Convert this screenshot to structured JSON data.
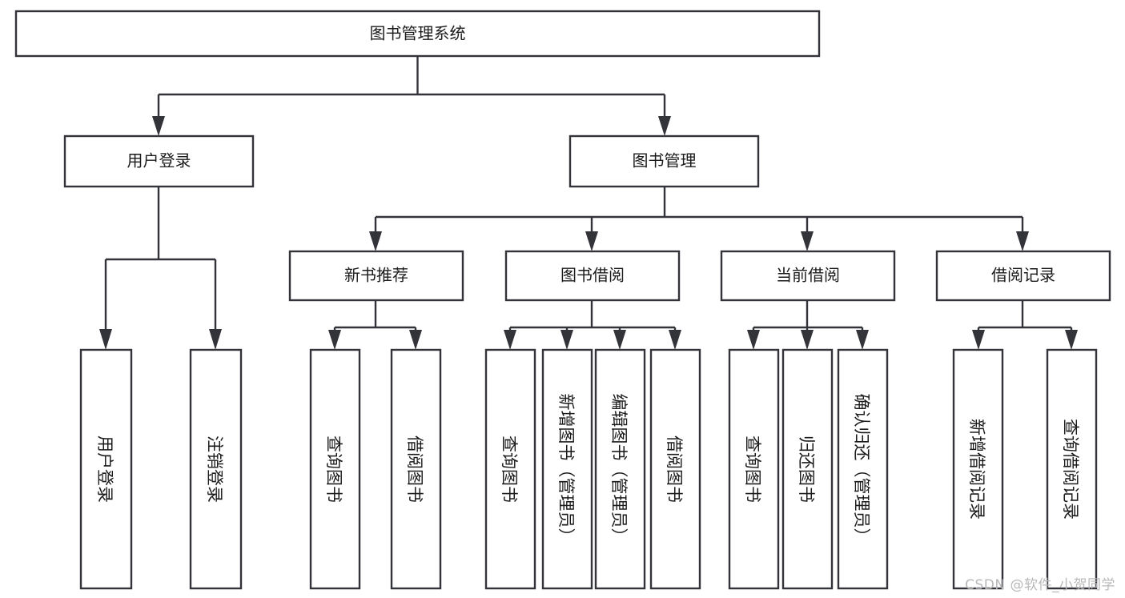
{
  "diagram": {
    "type": "tree-hierarchy",
    "title": "图书管理系统",
    "watermark": "CSDN @软件_小贺同学",
    "colors": {
      "stroke": "#33333a",
      "fill": "#ffffff",
      "text": "#1b1b1b",
      "watermark": "#b8b8b8"
    },
    "nodes": {
      "root": {
        "label": "图书管理系统",
        "level": 0
      },
      "n1": {
        "label": "用户登录",
        "level": 1
      },
      "n2": {
        "label": "图书管理",
        "level": 1
      },
      "n1a": {
        "label": "用户登录",
        "level": 2,
        "orientation": "vertical"
      },
      "n1b": {
        "label": "注销登录",
        "level": 2,
        "orientation": "vertical"
      },
      "n2a": {
        "label": "新书推荐",
        "level": 2
      },
      "n2b": {
        "label": "图书借阅",
        "level": 2
      },
      "n2c": {
        "label": "当前借阅",
        "level": 2
      },
      "n2d": {
        "label": "借阅记录",
        "level": 2
      },
      "n2a1": {
        "label": "查询图书",
        "level": 3,
        "orientation": "vertical"
      },
      "n2a2": {
        "label": "借阅图书",
        "level": 3,
        "orientation": "vertical"
      },
      "n2b1": {
        "label": "查询图书",
        "level": 3,
        "orientation": "vertical"
      },
      "n2b2": {
        "label": "新增图书（管理员）",
        "level": 3,
        "orientation": "vertical"
      },
      "n2b3": {
        "label": "编辑图书（管理员）",
        "level": 3,
        "orientation": "vertical"
      },
      "n2b4": {
        "label": "借阅图书",
        "level": 3,
        "orientation": "vertical"
      },
      "n2c1": {
        "label": "查询图书",
        "level": 3,
        "orientation": "vertical"
      },
      "n2c2": {
        "label": "归还图书",
        "level": 3,
        "orientation": "vertical"
      },
      "n2c3": {
        "label": "确认归还（管理员）",
        "level": 3,
        "orientation": "vertical"
      },
      "n2d1": {
        "label": "新增借阅记录",
        "level": 3,
        "orientation": "vertical"
      },
      "n2d2": {
        "label": "查询借阅记录",
        "level": 3,
        "orientation": "vertical"
      }
    },
    "edges": [
      {
        "from": "root",
        "to": "n1"
      },
      {
        "from": "root",
        "to": "n2"
      },
      {
        "from": "n1",
        "to": "n1a"
      },
      {
        "from": "n1",
        "to": "n1b"
      },
      {
        "from": "n2",
        "to": "n2a"
      },
      {
        "from": "n2",
        "to": "n2b"
      },
      {
        "from": "n2",
        "to": "n2c"
      },
      {
        "from": "n2",
        "to": "n2d"
      },
      {
        "from": "n2a",
        "to": "n2a1"
      },
      {
        "from": "n2a",
        "to": "n2a2"
      },
      {
        "from": "n2b",
        "to": "n2b1"
      },
      {
        "from": "n2b",
        "to": "n2b2"
      },
      {
        "from": "n2b",
        "to": "n2b3"
      },
      {
        "from": "n2b",
        "to": "n2b4"
      },
      {
        "from": "n2c",
        "to": "n2c1"
      },
      {
        "from": "n2c",
        "to": "n2c2"
      },
      {
        "from": "n2c",
        "to": "n2c3"
      },
      {
        "from": "n2d",
        "to": "n2d1"
      },
      {
        "from": "n2d",
        "to": "n2d2"
      }
    ]
  }
}
